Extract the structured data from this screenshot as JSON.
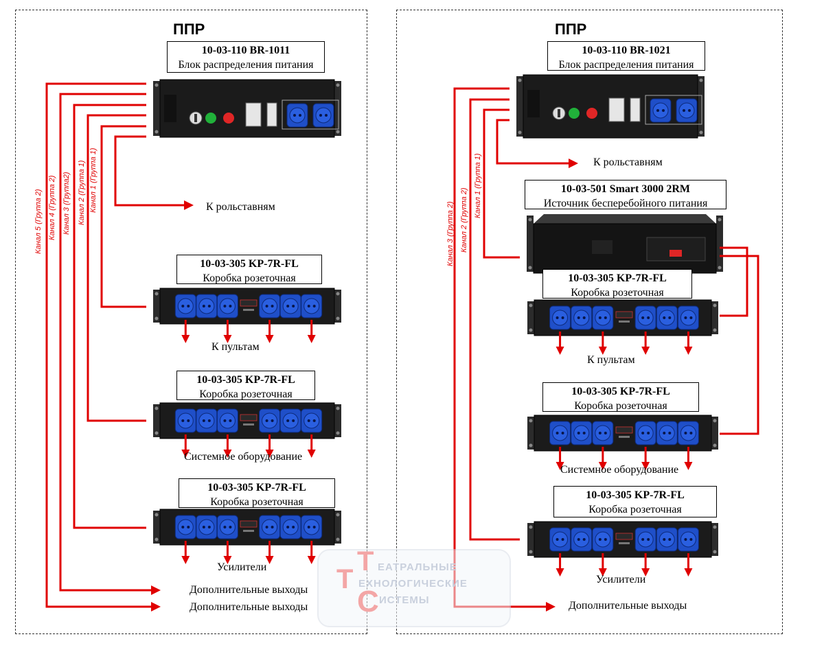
{
  "left": {
    "title": "ППР",
    "pdu": {
      "model": "10-03-110 BR-1011",
      "name": "Блок распределения питания"
    },
    "dest_rolstavni": "К  рольставням",
    "boxes": [
      {
        "model": "10-03-305 KP-7R-FL",
        "name": "Коробка розеточная",
        "dest": "К  пультам"
      },
      {
        "model": "10-03-305 KP-7R-FL",
        "name": "Коробка розеточная",
        "dest": "Системное  оборудование"
      },
      {
        "model": "10-03-305 KP-7R-FL",
        "name": "Коробка розеточная",
        "dest": "Усилители"
      }
    ],
    "extra_outputs": [
      "Дополнительные  выходы",
      "Дополнительные  выходы"
    ],
    "channels": [
      "Канал 5 (Группа 2)",
      "Канал 4 (Группа 2)",
      "Канал 3 (Группа2)",
      "Канал 2 (Группа 1)",
      "Канал 1 (Группа 1)"
    ]
  },
  "right": {
    "title": "ППР",
    "pdu": {
      "model": "10-03-110 BR-1021",
      "name": "Блок распределения питания"
    },
    "dest_rolstavni": "К  рольставням",
    "ups": {
      "model": "10-03-501 Smart 3000 2RM",
      "name": "Источник бесперебойного питания"
    },
    "boxes": [
      {
        "model": "10-03-305 KP-7R-FL",
        "name": "Коробка розеточная",
        "dest": "К  пультам"
      },
      {
        "model": "10-03-305 KP-7R-FL",
        "name": "Коробка розеточная",
        "dest": "Системное  оборудование"
      },
      {
        "model": "10-03-305 KP-7R-FL",
        "name": "Коробка розеточная",
        "dest": "Усилители"
      }
    ],
    "extra_outputs": [
      "Дополнительные  выходы"
    ],
    "channels": [
      "Канал  3 (Группа 2)",
      "Канал 2 (Группа 2)",
      "Канал  1 (Группа 1)"
    ]
  },
  "watermark": {
    "lines": [
      "ЕАТРАЛЬНЫЕ",
      "ЕХНОЛОГИЧЕСКИЕ",
      "ИСТЕМЫ"
    ],
    "letters": [
      "Т",
      "Т",
      "С"
    ]
  },
  "colors": {
    "wire": "#e00000",
    "socket": "#1f4fc9",
    "rack": "#1b1b1b"
  }
}
